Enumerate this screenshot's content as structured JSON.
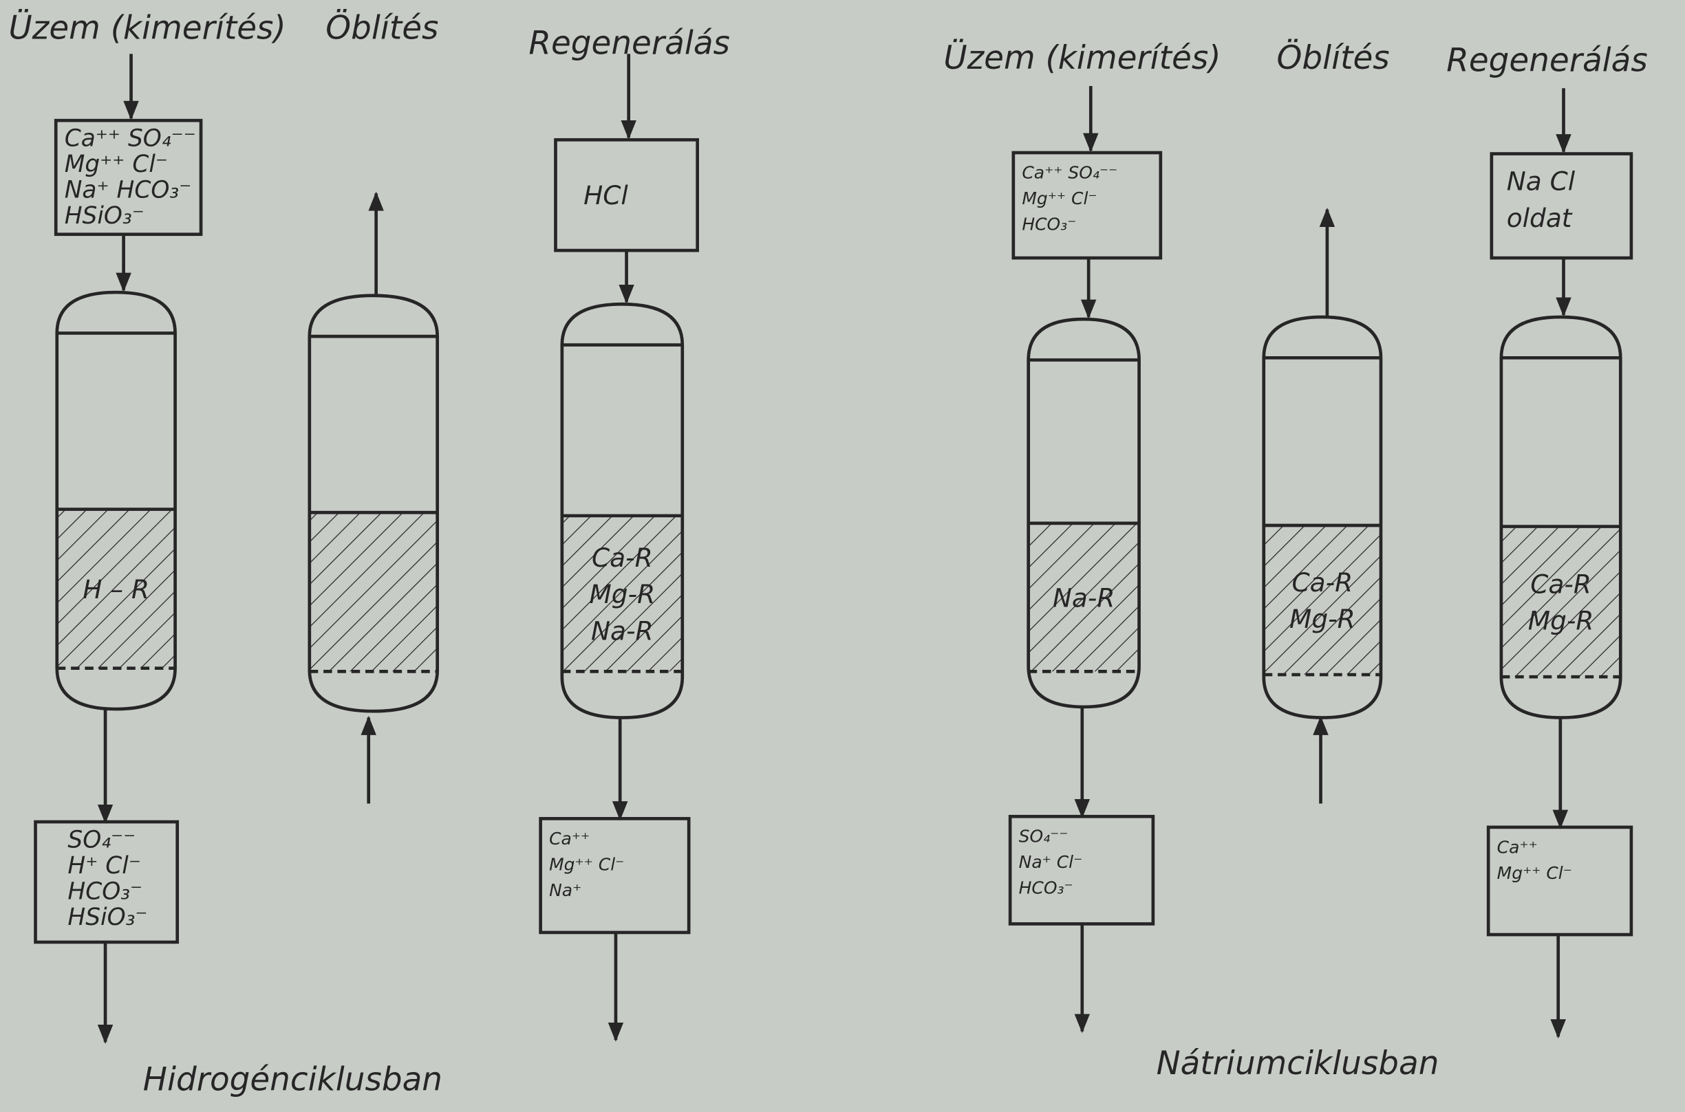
{
  "hydrogen_cycle": {
    "caption": "Hidrogénciklusban",
    "steps": [
      {
        "title": "Üzem (kimerítés)",
        "inlet_box": [
          "Ca⁺⁺ SO₄⁻⁻",
          "Mg⁺⁺ Cl⁻",
          "Na⁺ HCO₃⁻",
          "HSiO₃⁻"
        ],
        "resin": [
          "H – R"
        ],
        "outlet_box": [
          "SO₄⁻⁻",
          "H⁺  Cl⁻",
          "HCO₃⁻",
          "HSiO₃⁻"
        ]
      },
      {
        "title": "Öblítés",
        "resin": []
      },
      {
        "title": "Regenerálás",
        "inlet_box": [
          "HCl"
        ],
        "resin": [
          "Ca-R",
          "Mg-R",
          "Na-R"
        ],
        "outlet_box": [
          "Ca⁺⁺",
          "Mg⁺⁺  Cl⁻",
          "Na⁺"
        ]
      }
    ]
  },
  "sodium_cycle": {
    "caption": "Nátriumciklusban",
    "steps": [
      {
        "title": "Üzem (kimerítés)",
        "inlet_box": [
          "Ca⁺⁺ SO₄⁻⁻",
          "Mg⁺⁺ Cl⁻",
          "HCO₃⁻"
        ],
        "resin": [
          "Na-R"
        ],
        "outlet_box": [
          "SO₄⁻⁻",
          "Na⁺ Cl⁻",
          "HCO₃⁻"
        ]
      },
      {
        "title": "Öblítés",
        "resin": [
          "Ca-R",
          "Mg-R"
        ]
      },
      {
        "title": "Regenerálás",
        "inlet_box": [
          "Na Cl",
          "oldat"
        ],
        "resin": [
          "Ca-R",
          "Mg-R"
        ],
        "outlet_box": [
          "Ca⁺⁺",
          "Mg⁺⁺ Cl⁻"
        ]
      }
    ]
  },
  "colors": {
    "ink": "#262626",
    "paper": "#c8ccc7"
  }
}
